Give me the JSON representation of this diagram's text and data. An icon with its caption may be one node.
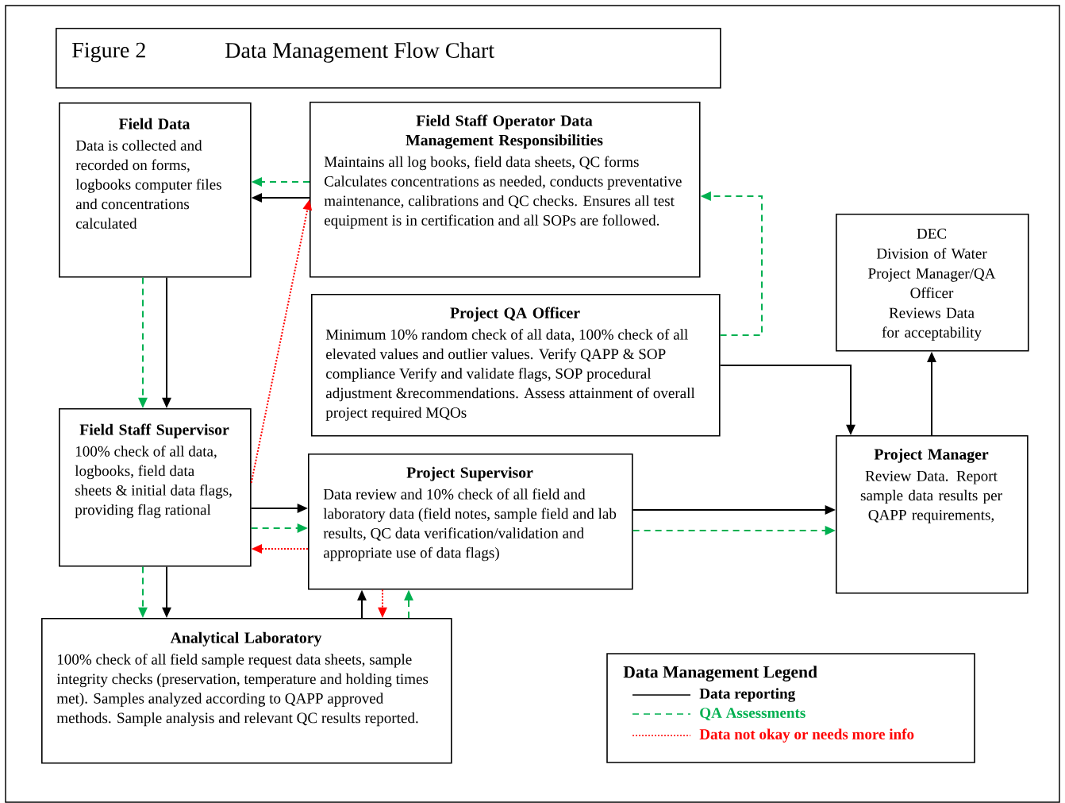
{
  "diagram": {
    "nodes": [
      {
        "text": [
          "Figure 2",
          "Data Management Flow Chart"
        ]
      },
      {
        "text": [
          "Field Data",
          "Data is collected and recorded on forms, logbooks computer files and concentrations calculated"
        ]
      },
      {
        "text": [
          "Field Staff Operator Data Management Responsibilities",
          "Maintains all log books, field data sheets, QC forms Calculates concentrations as needed, conducts preventative maintenance, calibrations and QC checks. Ensures all test equipment is in certification and all SOPs are followed."
        ]
      },
      {
        "text": [
          "DEC",
          "Division of Water",
          "Project Manager/QA Officer",
          "Reviews Data for acceptability"
        ]
      },
      {
        "text": [
          "Project QA Officer",
          "Minimum 10% random check of all data, 100% check of all elevated values and outlier values. Verify QAPP & SOP compliance Verify and validate flags, SOP procedural adjustment &recommendations. Assess attainment of overall project required MQOs"
        ]
      },
      {
        "text": [
          "Field Staff Supervisor",
          "100% check of all data, logbooks, field data sheets & initial data flags, providing flag rational"
        ]
      },
      {
        "text": [
          "Project Supervisor",
          "Data review and 10% check of all field and laboratory data (field notes, sample field and lab results, QC data verification/validation and appropriate use of data flags)"
        ]
      },
      {
        "text": [
          "Project Manager",
          "Review Data. Report sample data results per QAPP requirements,"
        ]
      },
      {
        "text": [
          "Analytical Laboratory",
          "100% check of all field sample request data sheets, sample integrity checks (preservation, temperature and holding times met).  Samples analyzed according to QAPP approved methods.  Sample analysis and relevant QC results reported."
        ]
      }
    ],
    "edges": [
      {
        "from": 2,
        "to": 1,
        "arrow": "to",
        "style": "dashed",
        "color": "#00b050"
      },
      {
        "from": 2,
        "to": 1,
        "arrow": "to"
      },
      {
        "from": 5,
        "to": 2,
        "arrow": "to",
        "style": "dashed",
        "color": "#ff0000"
      },
      {
        "from": 1,
        "to": 5,
        "arrow": "to",
        "style": "dashed",
        "color": "#00b050"
      },
      {
        "from": 1,
        "to": 5,
        "arrow": "to"
      },
      {
        "from": 4,
        "to": 2,
        "arrow": "to",
        "style": "dashed",
        "color": "#00b050"
      },
      {
        "from": 4,
        "to": 7,
        "arrow": "to"
      },
      {
        "from": 7,
        "to": 3,
        "arrow": "to"
      },
      {
        "from": 5,
        "to": 6,
        "arrow": "to"
      },
      {
        "from": 5,
        "to": 6,
        "arrow": "to",
        "style": "dashed",
        "color": "#00b050"
      },
      {
        "from": 6,
        "to": 5,
        "arrow": "to",
        "style": "dashed",
        "color": "#ff0000"
      },
      {
        "from": 6,
        "to": 7,
        "arrow": "to"
      },
      {
        "from": 6,
        "to": 7,
        "arrow": "to",
        "style": "dashed",
        "color": "#00b050"
      },
      {
        "from": 5,
        "to": 8,
        "arrow": "to",
        "style": "dashed",
        "color": "#00b050"
      },
      {
        "from": 5,
        "to": 8,
        "arrow": "to"
      },
      {
        "from": 8,
        "to": 6,
        "arrow": "to"
      },
      {
        "from": 6,
        "to": 8,
        "arrow": "to",
        "style": "dashed",
        "color": "#ff0000"
      },
      {
        "from": 8,
        "to": 6,
        "arrow": "to",
        "style": "dashed",
        "color": "#00b050"
      }
    ],
    "labels": [
      "Data Management Legend"
    ],
    "legend": [
      {
        "text": "Data reporting"
      },
      {
        "text": "QA Assessments"
      },
      {
        "text": "Data not okay or needs more info"
      }
    ]
  }
}
